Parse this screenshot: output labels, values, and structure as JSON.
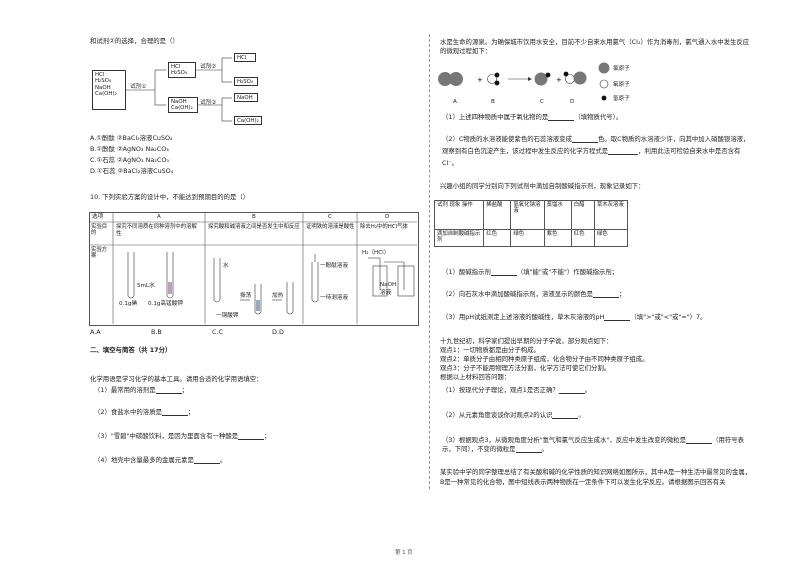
{
  "left": {
    "q9_intro": "和试剂②的选择，合理的是（）",
    "flow": {
      "start_box": [
        "HCl",
        "H₂SO₄",
        "NaOH",
        "Ca(OH)₂"
      ],
      "reagent1": "试剂①",
      "upper_box": [
        "HCl",
        "H₂SO₄"
      ],
      "lower_box": [
        "NaOH",
        "Ca(OH)₂"
      ],
      "reagent2_top": "试剂②",
      "reagent2_bottom": "试剂②",
      "out1": "HCl",
      "out2": "H₂SO₄",
      "out3": "NaOH",
      "out4": "Ca(OH)₂"
    },
    "q9_options": [
      "A.①酚酞 ②BaCl₂溶液CuSO₄",
      "B.①酚酞 ②AgNO₃ Na₂CO₃",
      "C.①石蕊 ②AgNO₃ Na₂CO₃",
      "D.①石蕊 ②BaCl₂溶液CuSO₄"
    ],
    "q10": "10. 下列实验方案的设计中，不能达到预期目的的是（）",
    "table": {
      "col_label": "选项",
      "cols": [
        "A",
        "B",
        "C",
        "D"
      ],
      "row1_head": "实验目的",
      "row1": [
        "探究不同溶质在同种溶剂中的溶解性",
        "探究酸和碱溶液之间是否发生中和反应",
        "证明铁的溶液是酸性",
        "除去H₂中的HCl气体"
      ],
      "row2_head": "实验方案",
      "lab_a1": "5mL水",
      "lab_a2": "0.1g碘",
      "lab_a3": "0.1g高锰酸钾",
      "lab_b1": "水",
      "lab_b2": "振荡",
      "lab_b3": "加热",
      "lab_b4": "一铜酸钾",
      "lab_c1": "一酚酞溶液",
      "lab_c2": "一待测溶液",
      "lab_d1": "H₂（HCl）",
      "lab_d2": "NaOH",
      "lab_d3": "溶液"
    },
    "answers": [
      "A.A",
      "B.B",
      "C.C",
      "D.D"
    ],
    "section2": "二、填空与简答（共 17分）",
    "fill_intro": "化学用语是学习化学的基本工具。请用合适的化学用语填空：",
    "fill": [
      "（1）最常用的溶剂是",
      "（2）食盐水中的溶质是",
      "（3）\"雪碧\"中碳酸饮料，是因为里面含有一种酸是",
      "（4）地壳中含量最多的金属元素是"
    ]
  },
  "right": {
    "p1": "水是生命的源泉。为确保城市饮用水安全，目前不少自来水用氯气（Cl₂）作为消毒剂，氯气通入水中发生反应",
    "p2": "的微观过程如下：",
    "legend": [
      "氯原子",
      "氧原子",
      "氢原子"
    ],
    "mol_labels": [
      "A",
      "B",
      "C",
      "D"
    ],
    "q1": "（1）上述四种物质中属于氧化物的是",
    "q1_tail": "（填物质代号）。",
    "q2a": "（2）C物质的水溶液能使紫色的石蕊溶液变成",
    "q2a_tail": "色。取C物质的水溶液少许，向其中加入硝酸银溶液，",
    "q2b": "观察到有白色沉淀产生，该过程中发生反应的化学方程式是",
    "q2b_tail": "，利用此法可检验自来水中是否含有",
    "q2c": "Cl⁻。",
    "q3": "兴趣小组的同学分别向下列试剂中滴加自制酸碱指示剂，现象记录如下：",
    "ind_table": {
      "head": [
        "试剂 现象 操作",
        "稀盐酸",
        "氢氧化钠溶液",
        "蒸馏水",
        "白醋",
        "草木灰溶液"
      ],
      "row": [
        "滴加自制酸碱指示剂",
        "红色",
        "绿色",
        "紫色",
        "红色",
        "绿色"
      ]
    },
    "q3_1": "（1）酸碱指示剂",
    "q3_1_tail": "（填\"能\"或\"不能\"）作酸碱指示剂；",
    "q3_2": "（2）向石灰水中滴加酸碱指示剂，溶液显示的颜色是",
    "q3_2_tail": "；",
    "q3_3": "（3）用pH试纸测定上述溶液的酸碱性，草木灰溶液的pH",
    "q3_3_tail": "（填\">\"或\"<\"或\"=\"）7。",
    "q4": "十九世纪初，科学家们提出早期的分子学说，部分观点如下：",
    "views": [
      "观点1：一切物质都是由分子构成。",
      "观点2：单质分子由相同种类原子组成，化合物分子由不同种类原子组成。",
      "观点3：分子不能用物理方法分割，化学方法可使它们分割。",
      "根据以上材料回答问题："
    ],
    "q4_1": "（1）按现代分子理论，观点1是否正确？",
    "q4_2": "（2）从元素角度谈谈你对观点2的认识",
    "q4_3": "（3）根据观点3，从微观角度分析\"氢气和氯气反应生成水\"，反应中发生改变的微粒是",
    "q4_3_mid": "（用符号表",
    "q4_3b": "示，下同），不变的微粒是",
    "q5a": "某实验中学的同学整理总结了有关酸和碱的化学性质的知识网络如图所示，其中A是一种生活中最常见的金属，",
    "q5b": "B是一种常见的化合物，图中短线表示两种物质在一定条件下可以发生化学反应。请根据图示回答有关"
  },
  "footer": "第 1 页"
}
